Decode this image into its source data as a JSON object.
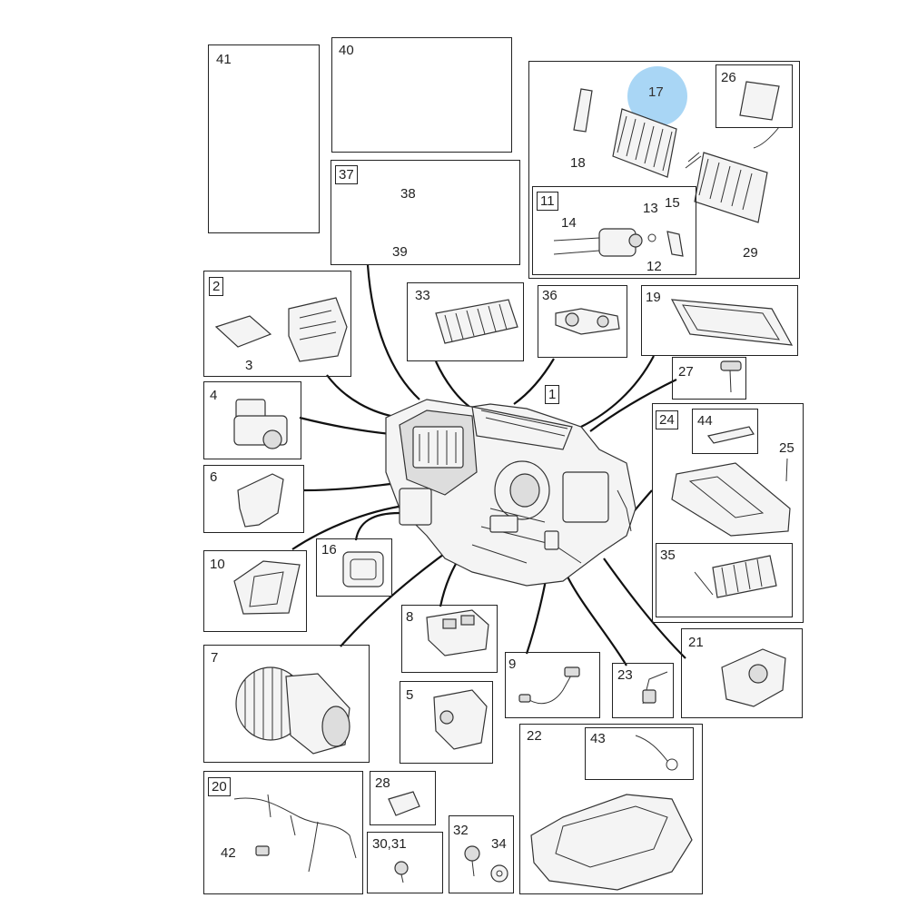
{
  "diagram": {
    "highlight_color": "#a9d6f5",
    "highlighted_part": "17",
    "boxes": [
      {
        "id": "box-41",
        "label": "41"
      },
      {
        "id": "box-40",
        "label": "40"
      },
      {
        "id": "box-37",
        "label": "37",
        "sub": [
          "38",
          "39"
        ]
      },
      {
        "id": "box-17-group",
        "sub": [
          "17",
          "18",
          "26",
          "29"
        ]
      },
      {
        "id": "box-11",
        "label": "11",
        "sub": [
          "13",
          "15",
          "14",
          "12"
        ]
      },
      {
        "id": "box-2",
        "label": "2",
        "sub": [
          "3"
        ]
      },
      {
        "id": "box-33",
        "label": "33"
      },
      {
        "id": "box-36",
        "label": "36"
      },
      {
        "id": "box-19",
        "label": "19"
      },
      {
        "id": "box-27",
        "label": "27"
      },
      {
        "id": "box-4",
        "label": "4"
      },
      {
        "id": "box-24",
        "label": "24",
        "sub": [
          "44",
          "25"
        ]
      },
      {
        "id": "box-6",
        "label": "6"
      },
      {
        "id": "box-35",
        "label": "35"
      },
      {
        "id": "box-16",
        "label": "16"
      },
      {
        "id": "box-10",
        "label": "10"
      },
      {
        "id": "box-8",
        "label": "8"
      },
      {
        "id": "box-21",
        "label": "21"
      },
      {
        "id": "box-7",
        "label": "7"
      },
      {
        "id": "box-9",
        "label": "9"
      },
      {
        "id": "box-23",
        "label": "23"
      },
      {
        "id": "box-5",
        "label": "5"
      },
      {
        "id": "box-22",
        "label": "22",
        "sub": [
          "43"
        ]
      },
      {
        "id": "box-20",
        "label": "20",
        "sub": [
          "42"
        ]
      },
      {
        "id": "box-28",
        "label": "28"
      },
      {
        "id": "box-30-31",
        "label": "30,31"
      },
      {
        "id": "box-32-34",
        "sub": [
          "32",
          "34"
        ]
      }
    ],
    "main_assembly_label": "1"
  }
}
